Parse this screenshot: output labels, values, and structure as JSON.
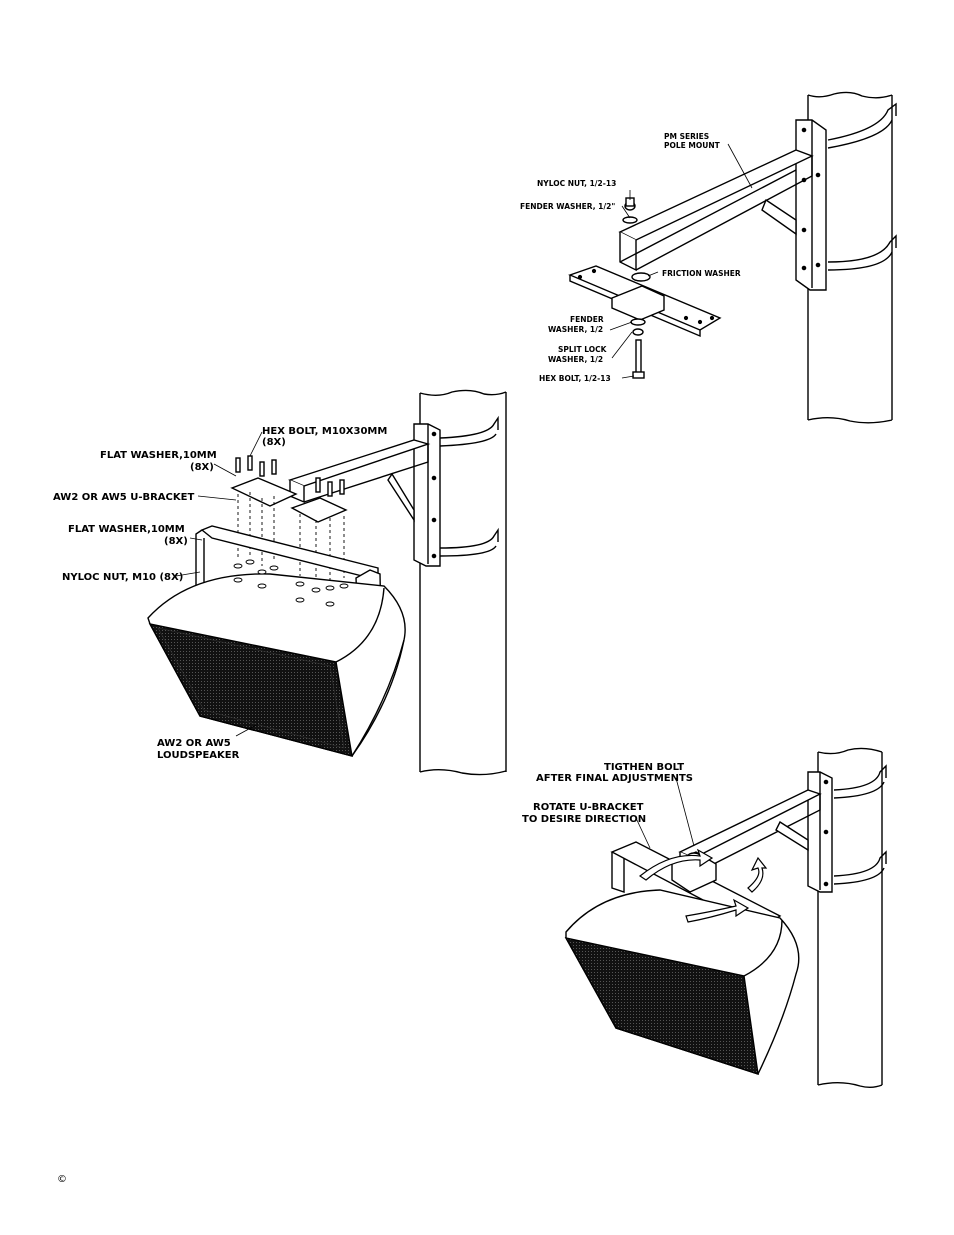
{
  "diagram_top_right": {
    "labels": {
      "pole_mount": [
        "PM SERIES",
        "POLE MOUNT"
      ],
      "nyloc_nut": "NYLOC NUT, 1/2-13",
      "fender_washer_top": "FENDER WASHER, 1/2\"",
      "friction_washer": "FRICTION WASHER",
      "fender_washer_bottom": [
        "FENDER",
        "WASHER, 1/2"
      ],
      "split_lock_washer": [
        "SPLIT LOCK",
        "WASHER, 1/2"
      ],
      "hex_bolt": "HEX BOLT, 1/2-13"
    }
  },
  "diagram_middle": {
    "labels": {
      "hex_bolt": [
        "HEX BOLT, M10X30MM",
        "(8X)"
      ],
      "flat_washer_top": [
        "FLAT WASHER,10MM",
        "(8X)"
      ],
      "u_bracket": "AW2 OR AW5 U-BRACKET",
      "flat_washer_bottom": [
        "FLAT WASHER,10MM",
        "(8X)"
      ],
      "nyloc_nut": "NYLOC NUT, M10 (8X)",
      "loudspeaker": [
        "AW2 OR AW5",
        "LOUDSPEAKER"
      ]
    }
  },
  "diagram_bottom_right": {
    "labels": {
      "tighten_bolt": [
        "TIGTHEN BOLT",
        "AFTER FINAL ADJUSTMENTS"
      ],
      "rotate_bracket": [
        "ROTATE U-BRACKET",
        "TO DESIRE DIRECTION"
      ]
    }
  },
  "footer": {
    "copyright": "©"
  }
}
